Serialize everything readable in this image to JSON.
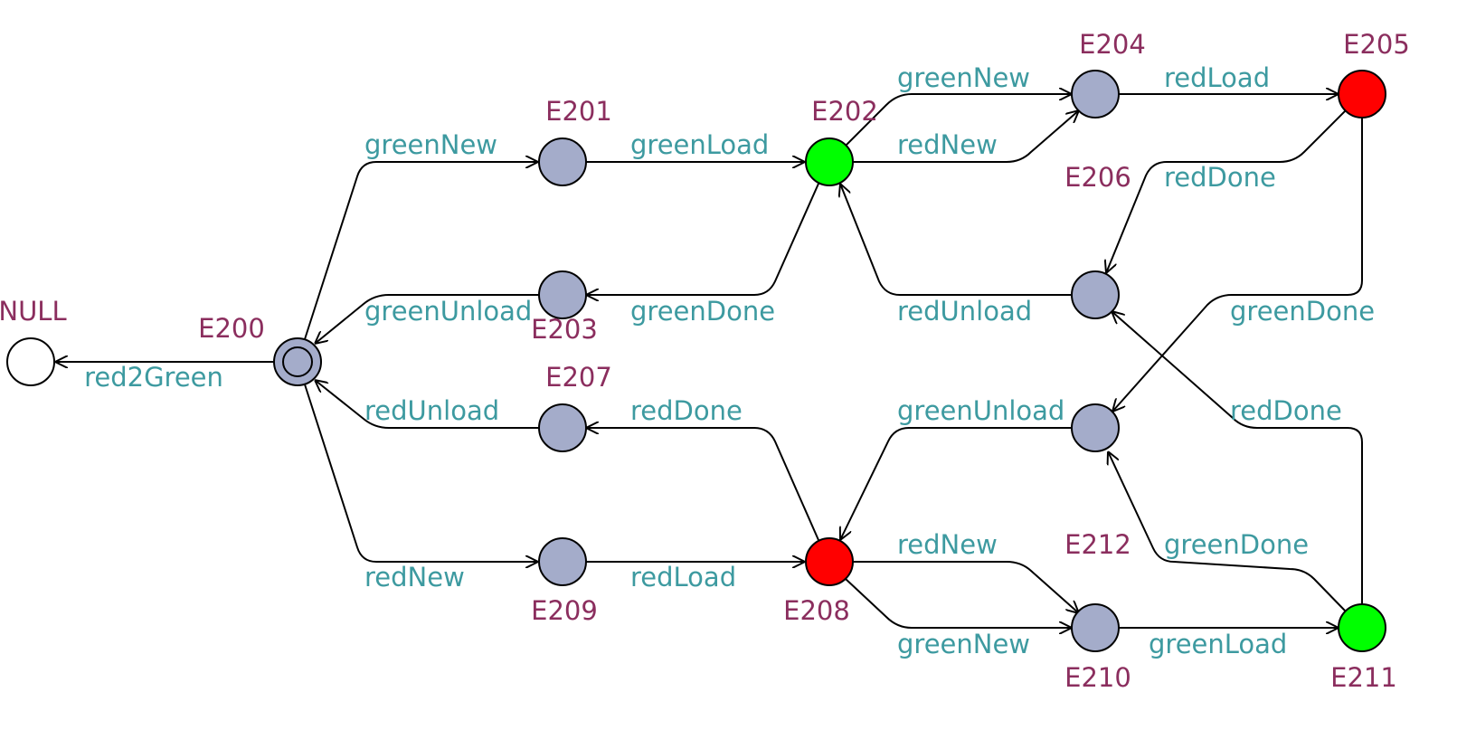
{
  "diagram": {
    "colors": {
      "state_label": "#8b2e5e",
      "event_label": "#3d9aa0",
      "default_fill": "#a4acca",
      "green_fill": "#00ff00",
      "red_fill": "#ff0000",
      "plain_fill": "#ffffff",
      "line": "#000000"
    },
    "states": [
      {
        "id": "NULL",
        "label": "NULL",
        "kind": "plain"
      },
      {
        "id": "E200",
        "label": "E200",
        "kind": "initial"
      },
      {
        "id": "E201",
        "label": "E201",
        "kind": "default"
      },
      {
        "id": "E202",
        "label": "E202",
        "kind": "green"
      },
      {
        "id": "E203",
        "label": "E203",
        "kind": "default"
      },
      {
        "id": "E204",
        "label": "E204",
        "kind": "default"
      },
      {
        "id": "E205",
        "label": "E205",
        "kind": "red"
      },
      {
        "id": "E206",
        "label": "E206",
        "kind": "default"
      },
      {
        "id": "E207",
        "label": "E207",
        "kind": "default"
      },
      {
        "id": "E208",
        "label": "E208",
        "kind": "red"
      },
      {
        "id": "E209",
        "label": "E209",
        "kind": "default"
      },
      {
        "id": "E210",
        "label": "E210",
        "kind": "default"
      },
      {
        "id": "E211",
        "label": "E211",
        "kind": "green"
      },
      {
        "id": "E212",
        "label": "E212",
        "kind": "default"
      }
    ],
    "transitions": [
      {
        "from": "E200",
        "to": "NULL",
        "event": "red2Green"
      },
      {
        "from": "E200",
        "to": "E201",
        "event": "greenNew"
      },
      {
        "from": "E201",
        "to": "E202",
        "event": "greenLoad"
      },
      {
        "from": "E202",
        "to": "E204",
        "event": "greenNew"
      },
      {
        "from": "E202",
        "to": "E204",
        "event": "redNew"
      },
      {
        "from": "E204",
        "to": "E205",
        "event": "redLoad"
      },
      {
        "from": "E205",
        "to": "E206",
        "event": "redDone"
      },
      {
        "from": "E206",
        "to": "E202",
        "event": "redUnload"
      },
      {
        "from": "E202",
        "to": "E203",
        "event": "greenDone"
      },
      {
        "from": "E203",
        "to": "E200",
        "event": "greenUnload"
      },
      {
        "from": "E205",
        "to": "E212",
        "event": "greenDone"
      },
      {
        "from": "E211",
        "to": "E206",
        "event": "redDone"
      },
      {
        "from": "E212",
        "to": "E208",
        "event": "greenUnload"
      },
      {
        "from": "E208",
        "to": "E207",
        "event": "redDone"
      },
      {
        "from": "E207",
        "to": "E200",
        "event": "redUnload"
      },
      {
        "from": "E200",
        "to": "E209",
        "event": "redNew"
      },
      {
        "from": "E209",
        "to": "E208",
        "event": "redLoad"
      },
      {
        "from": "E208",
        "to": "E210",
        "event": "redNew"
      },
      {
        "from": "E208",
        "to": "E210",
        "event": "greenNew"
      },
      {
        "from": "E210",
        "to": "E211",
        "event": "greenLoad"
      },
      {
        "from": "E211",
        "to": "E212",
        "event": "greenDone"
      }
    ]
  }
}
